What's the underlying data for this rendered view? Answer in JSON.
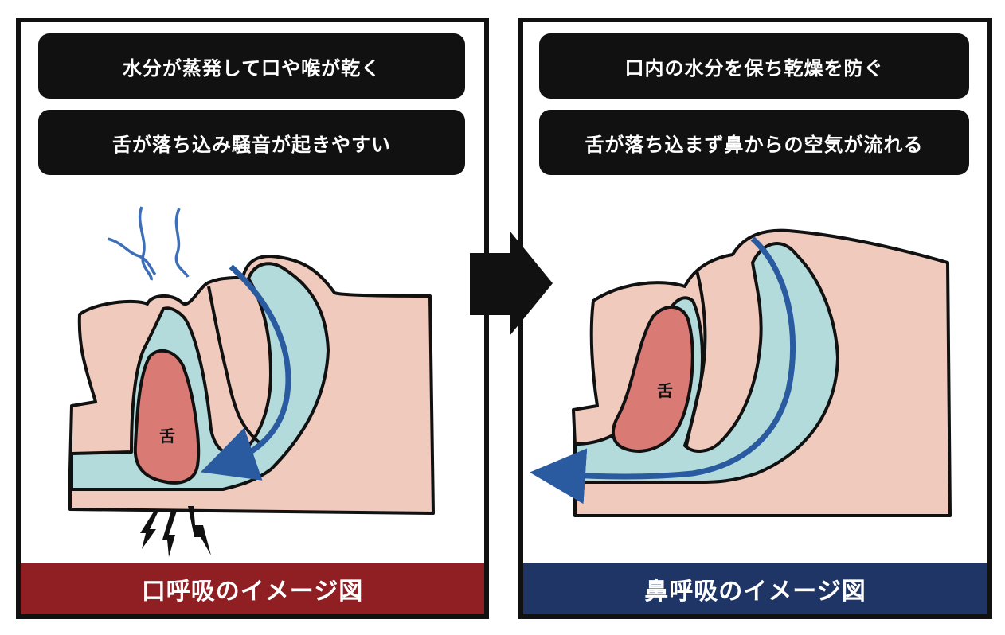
{
  "left_panel": {
    "caption_1": "水分が蒸発して口や喉が乾く",
    "caption_2": "舌が落ち込み騒音が起きやすい",
    "tongue_label": "舌",
    "footer": "口呼吸のイメージ図",
    "footer_color": "#8f1f22"
  },
  "right_panel": {
    "caption_1": "口内の水分を保ち乾燥を防ぐ",
    "caption_2": "舌が落ち込まず鼻からの空気が流れる",
    "tongue_label": "舌",
    "footer": "鼻呼吸のイメージ図",
    "footer_color": "#1e3566"
  },
  "colors": {
    "skin": "#f0cbbd",
    "airway": "#b3dbdc",
    "tongue": "#d97a74",
    "arrow": "#2a5aa0",
    "outline": "#111111"
  },
  "icons": {
    "transition_arrow": "right-arrow-icon",
    "vapor": "vapor-wave-icon",
    "snore": "snore-zigzag-icon"
  }
}
